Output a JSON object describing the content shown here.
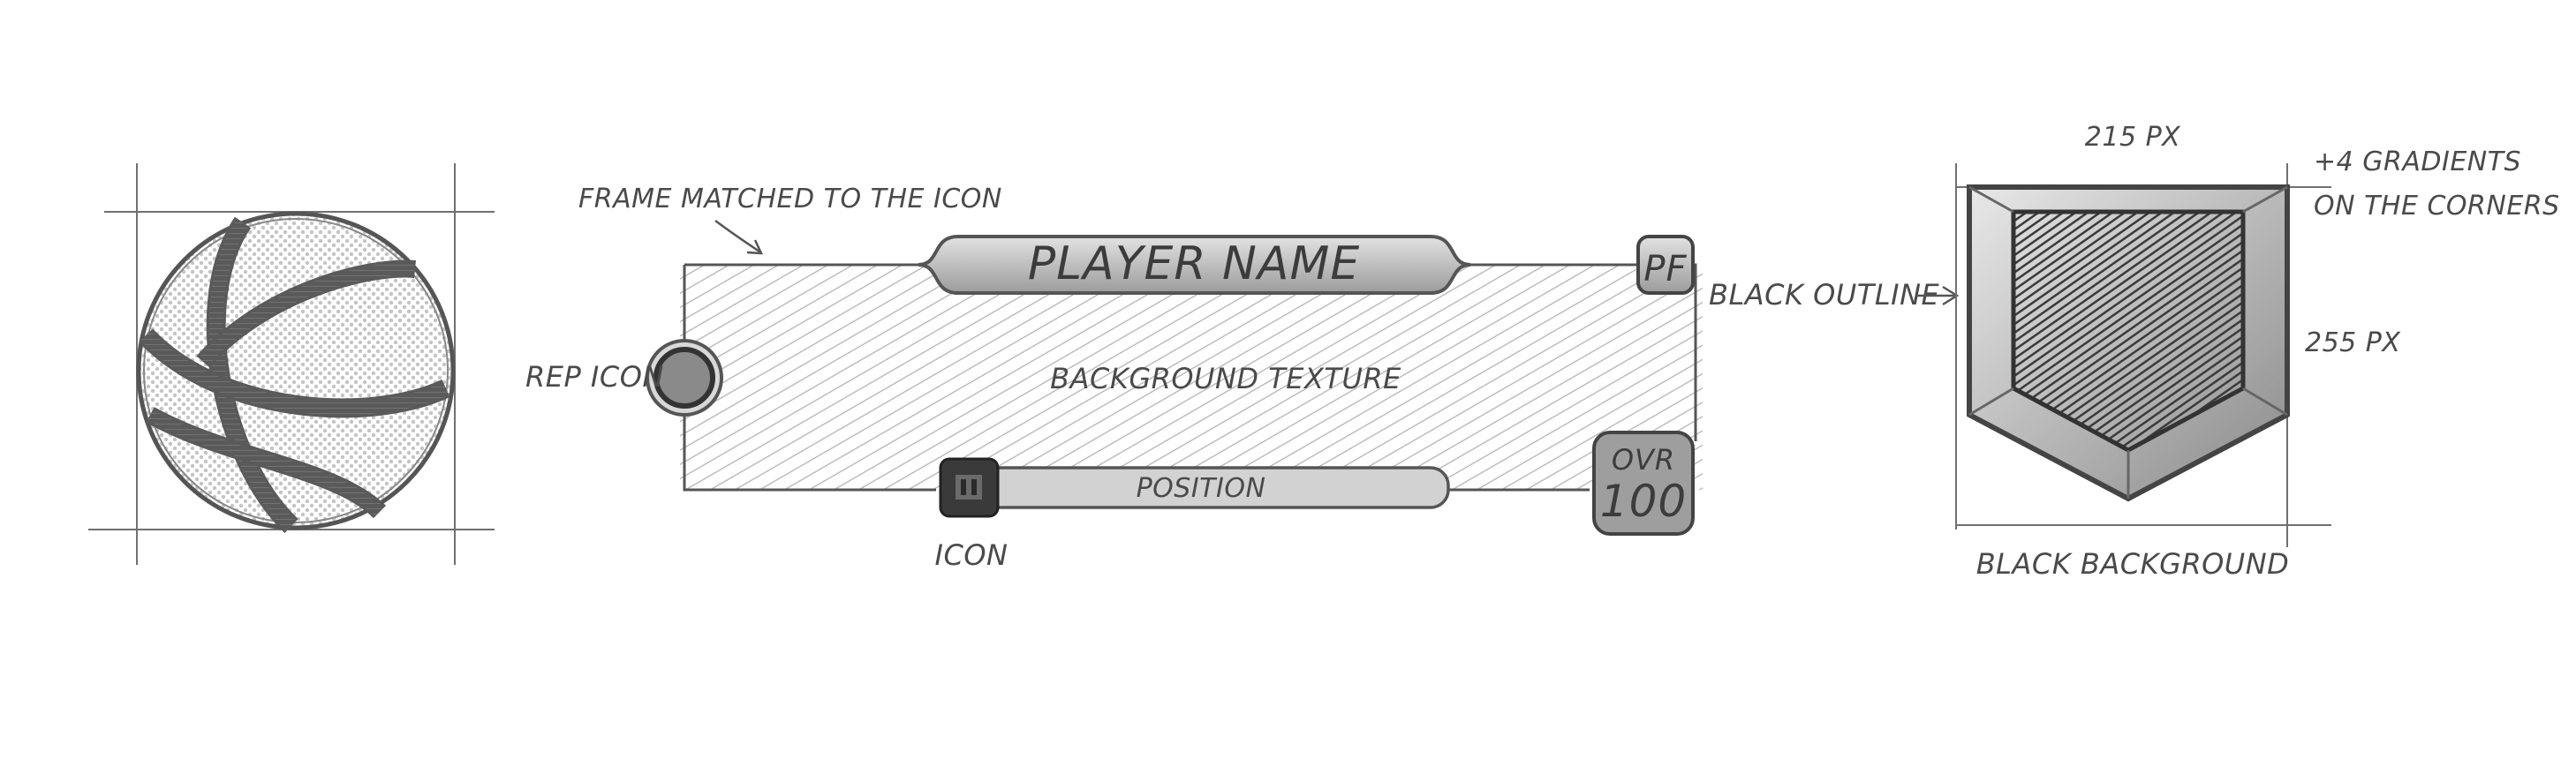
{
  "labels": {
    "frame_note": "FRAME MATCHED TO THE ICON",
    "player_name": "PLAYER NAME",
    "position_tag": "PF",
    "rep_icon": "REP ICON",
    "background_texture": "BACKGROUND TEXTURE",
    "position": "POSITION",
    "icon": "ICON",
    "over": "OVR",
    "rating": "100",
    "black_outline": "BLACK OUTLINE",
    "width_dim": "215 PX",
    "height_dim": "255 PX",
    "gradients_line1": "+4 GRADIENTS",
    "gradients_line2": "ON THE CORNERS",
    "black_background": "BLACK BACKGROUND"
  },
  "colors": {
    "pencil": "#4a4a4a",
    "graphite_dark": "#3a3a3a",
    "graphite_mid": "#9a9a9a",
    "graphite_light": "#d6d6d6"
  }
}
